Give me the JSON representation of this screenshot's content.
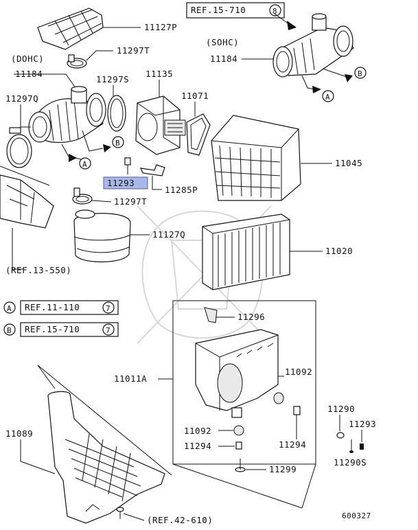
{
  "diagram_id": "600327",
  "engine_labels": {
    "dohc": "(DOHC)",
    "sohc": "(SOHC)"
  },
  "parts": {
    "p11127P": "11127P",
    "p11297T_top": "11297T",
    "p11184_left": "11184",
    "p11184_right": "11184",
    "p11135": "11135",
    "p11297S": "11297S",
    "p11071": "11071",
    "p11297Q": "11297Q",
    "p11045": "11045",
    "p11293_highlight": "11293",
    "p11285P": "11285P",
    "p11297T_bottom": "11297T",
    "p11127Q": "11127Q",
    "p11020": "11020",
    "p11296": "11296",
    "p11011A": "11011A",
    "p11092_right": "11092",
    "p11092_left": "11092",
    "p11294_left": "11294",
    "p11294_right": "11294",
    "p11290": "11290",
    "p11293_right": "11293",
    "p11290S": "11290S",
    "p11299": "11299",
    "p11089": "11089"
  },
  "references": {
    "top_ref": {
      "text": "REF.15-710",
      "page": "8"
    },
    "ref_13": "(REF.13-550)",
    "ref_A": {
      "marker": "A",
      "text": "REF.11-110",
      "page": "7"
    },
    "ref_B": {
      "marker": "B",
      "text": "REF.15-710",
      "page": "7"
    },
    "ref_42": "(REF.42-610)"
  },
  "markers": {
    "a": "A",
    "b": "B"
  },
  "highlight_color": "#a9b8e6"
}
